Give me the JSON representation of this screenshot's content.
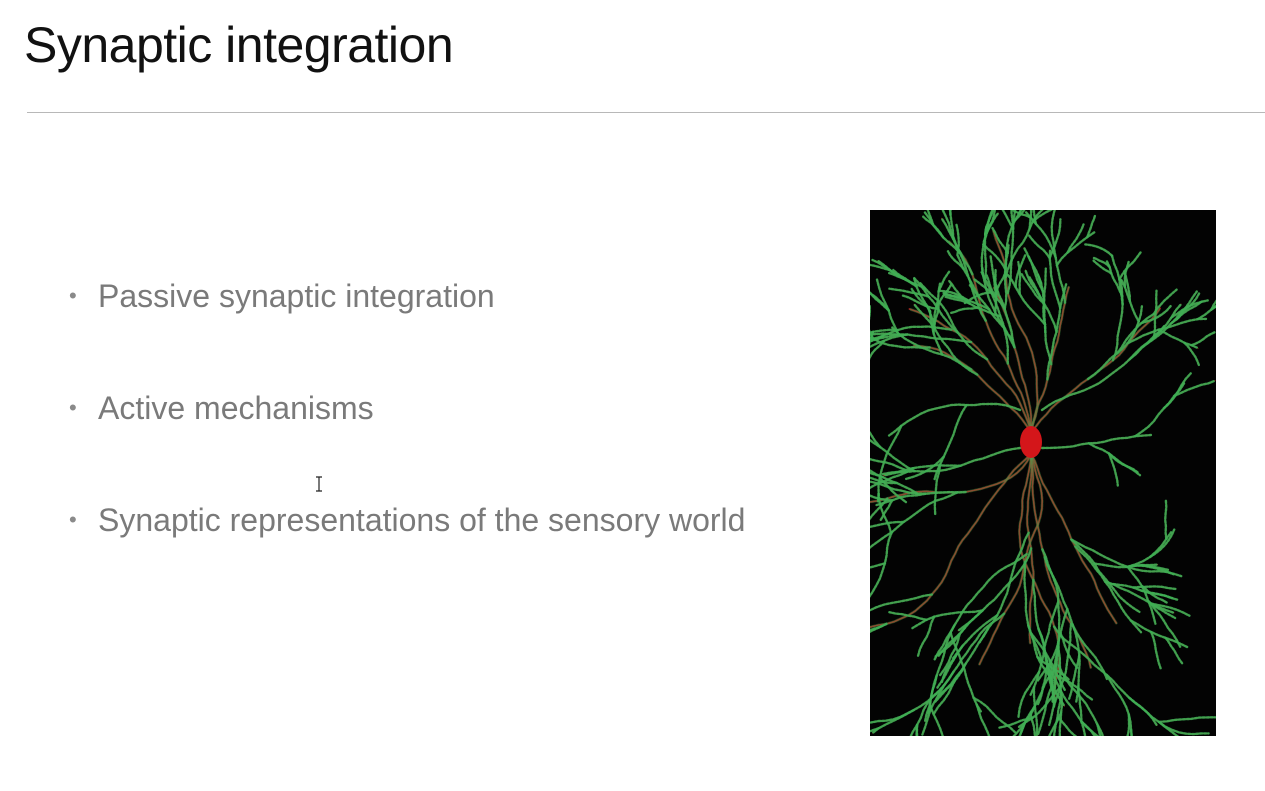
{
  "slide": {
    "title": "Synaptic integration",
    "bullets": [
      {
        "text": "Passive synaptic integration"
      },
      {
        "text": "Active mechanisms"
      },
      {
        "text": "Synaptic representations of the sensory world"
      }
    ],
    "bullet_glyph": "•"
  },
  "figure": {
    "description_icon": "neuron-image",
    "colors": {
      "background": "#030303",
      "soma": "#d4161a",
      "dendrite_red": "#b3191c",
      "spines": "#3fae54"
    }
  },
  "cursor": {
    "icon": "text-cursor-icon"
  }
}
